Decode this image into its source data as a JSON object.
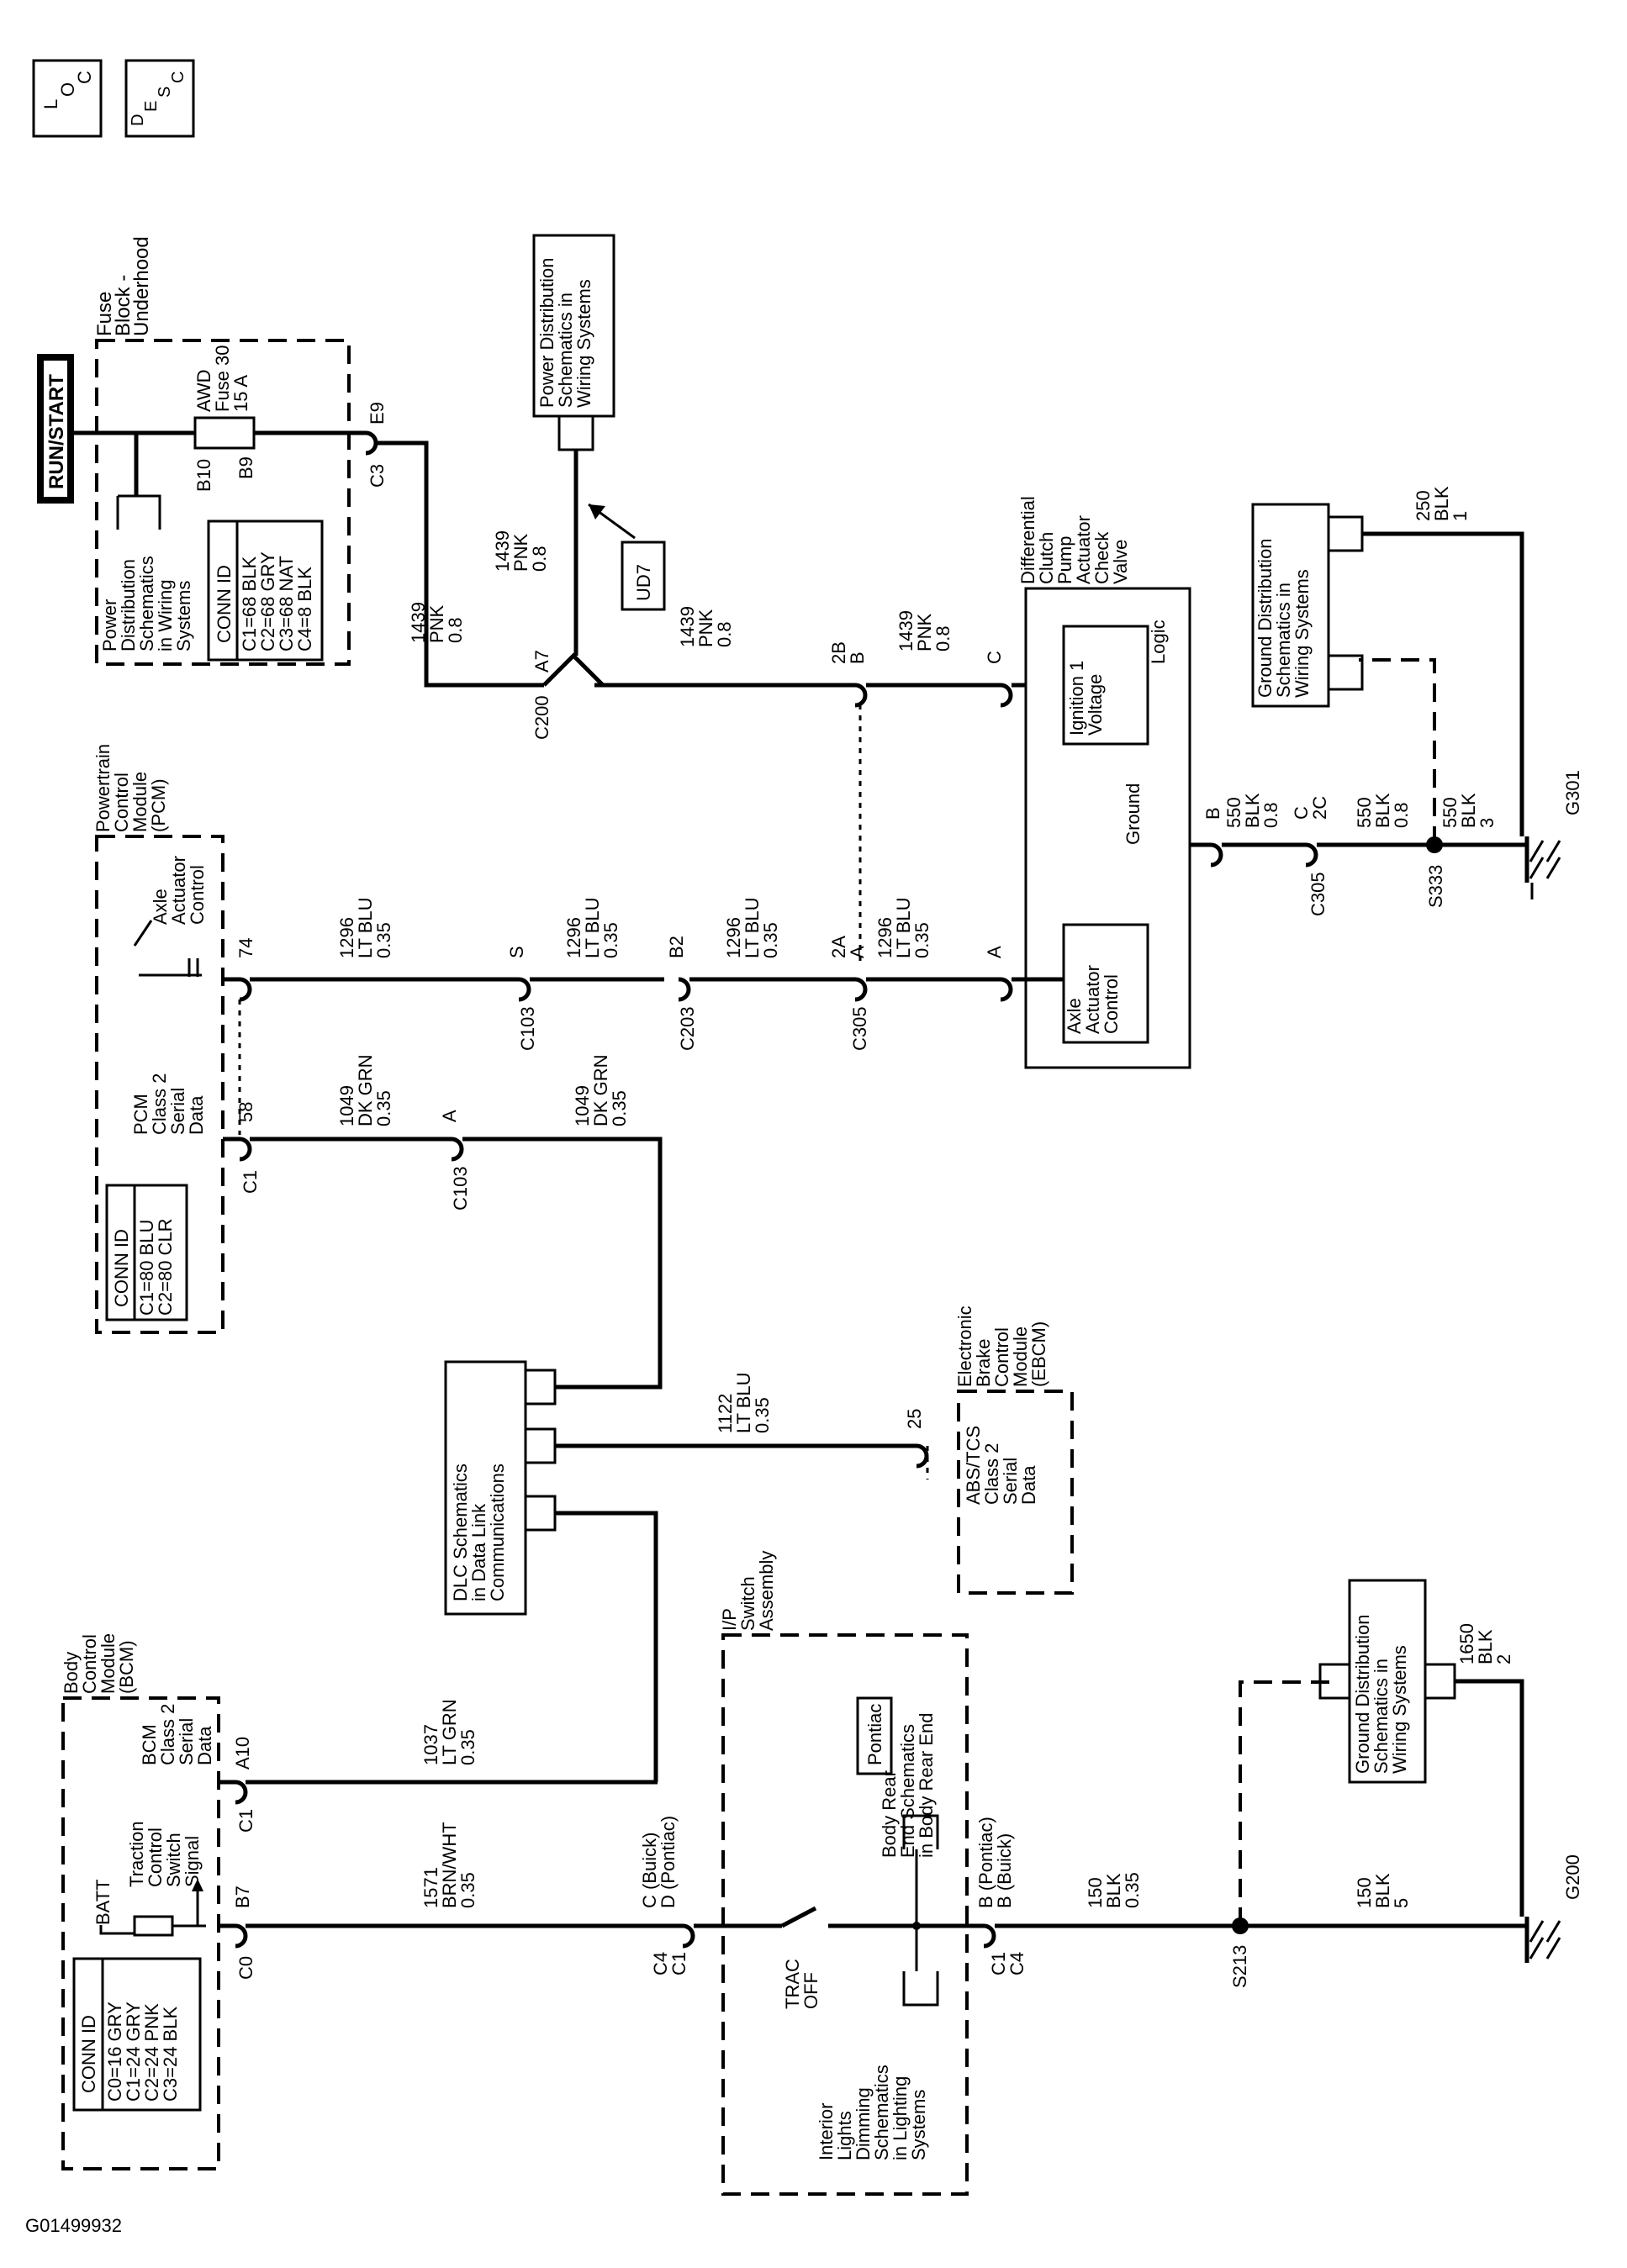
{
  "header_icons": {
    "loc": [
      "L",
      "O",
      "C"
    ],
    "desc": [
      "D",
      "E",
      "S",
      "C"
    ]
  },
  "footer_id": "G01499932",
  "components": {
    "fuse_block": [
      "Fuse",
      "Block -",
      "Underhood"
    ],
    "run_start": "RUN/START",
    "fuse_label": [
      "AWD",
      "Fuse 30",
      "15 A"
    ],
    "fuse_pins": [
      "B10",
      "B9"
    ],
    "fuse_out_pins": [
      "C3",
      "E9"
    ],
    "power_dist_1": [
      "Power",
      "Distribution",
      "Schematics",
      "in Wiring",
      "Systems"
    ],
    "conn_id_fuse": [
      "CONN ID",
      "C1=68 BLK",
      "C2=68 GRY",
      "C3=68 NAT",
      "C4=8 BLK"
    ],
    "power_dist_2": [
      "Power Distribution",
      "Schematics in",
      "Wiring Systems"
    ],
    "ud7": "UD7",
    "pcm": [
      "Powertrain",
      "Control",
      "Module",
      "(PCM)"
    ],
    "axle_ctrl": [
      "Axle",
      "Actuator",
      "Control"
    ],
    "pcm_serial": [
      "PCM",
      "Class 2",
      "Serial",
      "Data"
    ],
    "conn_id_pcm": [
      "CONN ID",
      "C1=80 BLU",
      "C2=80 CLR"
    ],
    "diff_clutch": [
      "Differential",
      "Clutch",
      "Pump",
      "Actuator",
      "Check",
      "Valve"
    ],
    "logic": "Logic",
    "ign_voltage": [
      "Ignition 1",
      "Voltage"
    ],
    "ground": "Ground",
    "axle_ctrl_2": [
      "Axle",
      "Actuator",
      "Control"
    ],
    "ground_dist_1": [
      "Ground Distribution",
      "Schematics in",
      "Wiring Systems"
    ],
    "dlc": [
      "DLC Schematics",
      "in Data Link",
      "Communications"
    ],
    "ebcm": [
      "Electronic",
      "Brake",
      "Control",
      "Module",
      "(EBCM)"
    ],
    "abs_serial": [
      "ABS/TCS",
      "Class 2",
      "Serial",
      "Data"
    ],
    "bcm": [
      "Body",
      "Control",
      "Module",
      "(BCM)"
    ],
    "bcm_serial": [
      "BCM",
      "Class 2",
      "Serial",
      "Data"
    ],
    "traction": [
      "Traction",
      "Control",
      "Switch",
      "Signal"
    ],
    "batt": "BATT",
    "conn_id_bcm": [
      "CONN ID",
      "C0=16 GRY",
      "C1=24 GRY",
      "C2=24 PNK",
      "C3=24 BLK"
    ],
    "ip_switch": [
      "I/P",
      "Switch",
      "Assembly"
    ],
    "pontiac": "Pontiac",
    "body_rear": [
      "Body Rear",
      "End Schematics",
      "in Body Rear End"
    ],
    "trac_off": [
      "TRAC",
      "OFF"
    ],
    "interior_lights": [
      "Interior",
      "Lights",
      "Dimming",
      "Schematics",
      "in Lighting",
      "Systems"
    ],
    "ground_dist_2": [
      "Ground Distribution",
      "Schematics in",
      "Wiring Systems"
    ]
  },
  "wires": {
    "w1439": [
      "1439",
      "PNK",
      "0.8"
    ],
    "w1296": [
      "1296",
      "LT BLU",
      "0.35"
    ],
    "w1049": [
      "1049",
      "DK GRN",
      "0.35"
    ],
    "w1122": [
      "1122",
      "LT BLU",
      "0.35"
    ],
    "w1037": [
      "1037",
      "LT GRN",
      "0.35"
    ],
    "w1571": [
      "1571",
      "BRN/WHT",
      "0.35"
    ],
    "w150": [
      "150",
      "BLK",
      "0.35"
    ],
    "w150b": [
      "150",
      "BLK",
      "5"
    ],
    "w1650": [
      "1650",
      "BLK",
      "2"
    ],
    "w550a": [
      "550",
      "BLK",
      "0.8"
    ],
    "w550c": [
      "550",
      "BLK",
      "3"
    ],
    "w250": [
      "250",
      "BLK",
      "1"
    ]
  },
  "connectors": {
    "c200": "C200",
    "a7": "A7",
    "b2b": [
      "2B",
      "B"
    ],
    "c_pin": "C",
    "s_pin": "S",
    "c103": "C103",
    "b2": "B2",
    "c203": "C203",
    "a2a": [
      "2A",
      "A"
    ],
    "c305": "C305",
    "a_pin": "A",
    "p74": "74",
    "p58": "58",
    "c1": "C1",
    "a_103": "A",
    "p25": "25",
    "b_pin": "B",
    "c2c": [
      "C",
      "2C"
    ],
    "s333": "S333",
    "g301": "G301",
    "a10": "A10",
    "c1b": "C1",
    "b7": "B7",
    "c0": "C0",
    "c_buick": [
      "C (Buick)",
      "D (Pontiac)"
    ],
    "c4c1": [
      "C4",
      "C1"
    ],
    "b_pontiac": [
      "B (Pontiac)",
      "B (Buick)"
    ],
    "c1c4": [
      "C1",
      "C4"
    ],
    "s213": "S213",
    "g200": "G200"
  }
}
